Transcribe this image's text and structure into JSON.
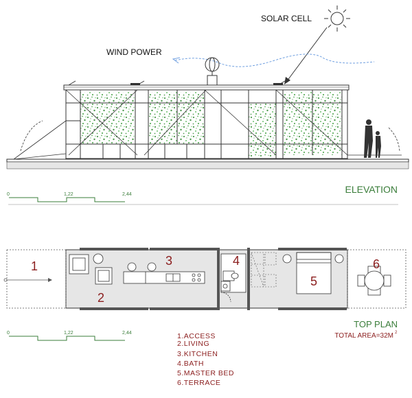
{
  "elevation": {
    "solar_cell_label": "SOLAR CELL",
    "wind_power_label": "WIND POWER",
    "title": "ELEVATION",
    "scale": {
      "start": "0",
      "mid": "1,22",
      "end": "2,44"
    }
  },
  "plan": {
    "title": "TOP PLAN",
    "total_area": "TOTAL AREA=32M",
    "total_area_sup": "2",
    "scale": {
      "start": "0",
      "mid": "1,22",
      "end": "2,44"
    },
    "room_numbers": [
      "1",
      "2",
      "3",
      "4",
      "5",
      "6"
    ]
  },
  "legend": [
    "1.ACCESS",
    "2.LIVING",
    "3.KITCHEN",
    "4.BATH",
    "5.MASTER BED",
    "6.TERRACE"
  ],
  "colors": {
    "line": "#333333",
    "foliage": "#4f9a4f",
    "green_text": "#3a7d3a",
    "red_text": "#8b1d1d",
    "wind_arrow": "#6f9fe0",
    "floor": "#e6e6e6"
  }
}
